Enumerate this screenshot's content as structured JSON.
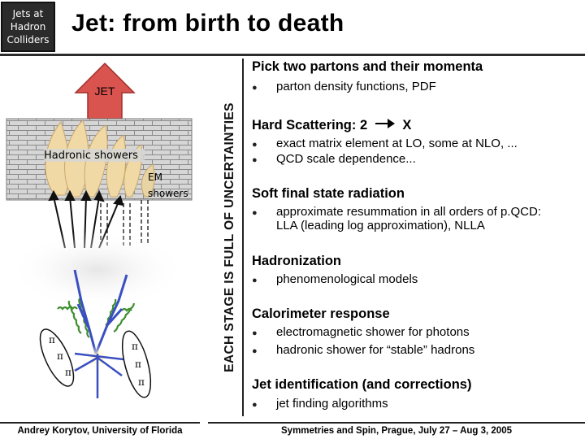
{
  "header": {
    "logo_lines": [
      "Jets at",
      "Hadron",
      "Colliders"
    ],
    "title": "Jet: from birth to death"
  },
  "diagram": {
    "jet_label": "JET",
    "hadronic_label": "Hadronic showers",
    "em_label_1": "EM",
    "em_label_2": "showers",
    "pi_label": "π"
  },
  "banner": "EACH STAGE IS FULL OF UNCERTAINTIES",
  "sections": [
    {
      "heading": "Pick two partons and their momenta",
      "bullets": [
        "parton density functions, PDF"
      ]
    },
    {
      "heading": "Hard Scattering: 2",
      "heading_suffix": "X",
      "bullets": [
        "exact matrix element at LO, some at NLO, ...",
        "QCD scale dependence..."
      ]
    },
    {
      "heading": "Soft final state radiation",
      "bullets": [
        "approximate resummation in all orders of p.QCD:",
        "LLA (leading log approximation), NLLA"
      ]
    },
    {
      "heading": "Hadronization",
      "bullets": [
        "phenomenological models"
      ]
    },
    {
      "heading": "Calorimeter response",
      "bullets": [
        "electromagnetic shower for photons",
        "hadronic shower for “stable” hadrons"
      ]
    },
    {
      "heading": "Jet identification (and corrections)",
      "bullets": [
        "jet finding algorithms"
      ]
    }
  ],
  "footer": {
    "left": "Andrey Korytov, University of Florida",
    "right": "Symmetries and Spin, Prague, July 27 – Aug 3, 2005"
  },
  "colors": {
    "arrow": "#d9534f",
    "brick": "#b8b8b8",
    "shower": "#f1d9a6",
    "gluon": "#3f8f2f",
    "parton": "#3a4fc0"
  }
}
